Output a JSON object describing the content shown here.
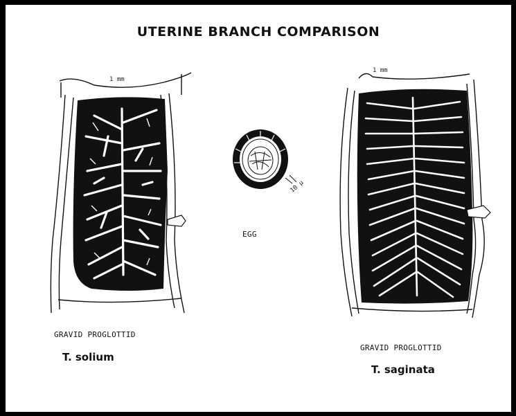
{
  "title": "UTERINE BRANCH COMPARISON",
  "left_specimen": {
    "scale": "1 mm",
    "caption": "GRAVID PROGLOTTID",
    "species": "T. solium"
  },
  "egg": {
    "caption": "EGG",
    "scale": "10 µ"
  },
  "right_specimen": {
    "scale": "1 mm",
    "caption": "GRAVID PROGLOTTID",
    "species": "T. saginata"
  },
  "colors": {
    "ink": "#111111",
    "background": "#ffffff",
    "border": "#000000"
  }
}
